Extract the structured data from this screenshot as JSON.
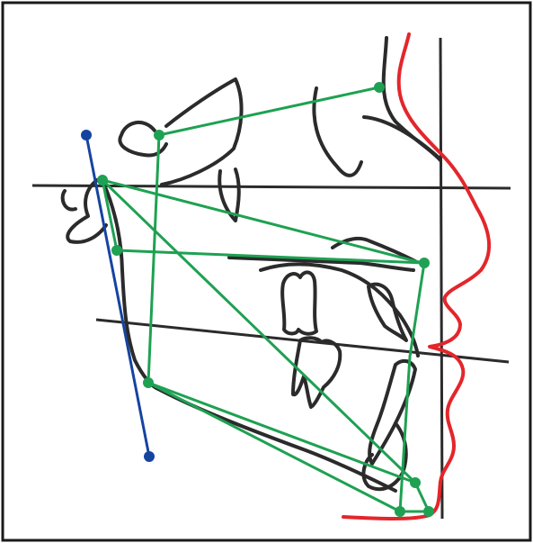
{
  "diagram": {
    "colors": {
      "frame": "#1a1a1a",
      "anatomy": "#2b2b2b",
      "soft_tissue_profile": "#e3262b",
      "analysis_polygon": "#1ea152",
      "reference_line": "#1544a0",
      "guide_lines": "#2b2b2b"
    },
    "elements": [
      "skull-outline",
      "soft-tissue-profile",
      "analysis-polygon",
      "reference-line",
      "horizontal-guide-lines",
      "vertical-guide-line"
    ]
  }
}
